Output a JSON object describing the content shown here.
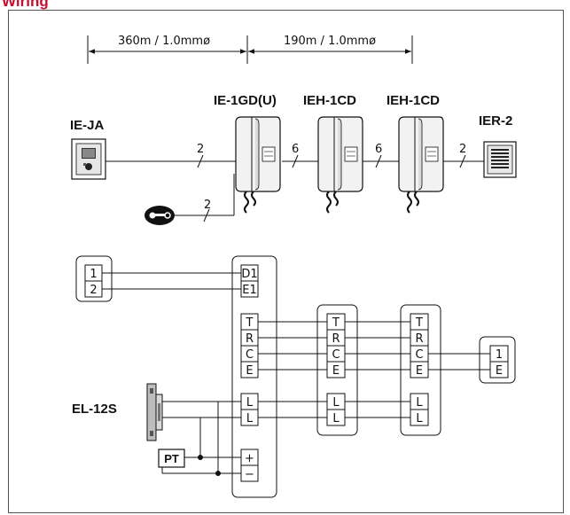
{
  "title": "Wiring",
  "distances": {
    "seg1": "360m / 1.0mmø",
    "seg2": "190m / 1.0mmø"
  },
  "devices": {
    "door_station": "IE-JA",
    "master": "IE-1GD(U)",
    "sub1": "IEH-1CD",
    "sub2": "IEH-1CD",
    "door_speaker": "IER-2",
    "lock": "EL-12S",
    "power": "PT"
  },
  "wire_counts": {
    "ja_to_master": "2",
    "master_to_sub1": "6",
    "sub1_to_sub2": "6",
    "sub2_to_ier": "2",
    "key_to_master": "2"
  },
  "terminals": {
    "ja": [
      "1",
      "2"
    ],
    "master_top": [
      "D1",
      "E1"
    ],
    "master_mid": [
      "T",
      "R",
      "C",
      "E"
    ],
    "master_l": [
      "L",
      "L"
    ],
    "master_pwr": [
      "+",
      "−"
    ],
    "sub": [
      "T",
      "R",
      "C",
      "E"
    ],
    "sub_l": [
      "L",
      "L"
    ],
    "ier": [
      "1",
      "E"
    ]
  },
  "colors": {
    "title": "#c8102e",
    "line": "#111111",
    "frame": "#555555"
  }
}
